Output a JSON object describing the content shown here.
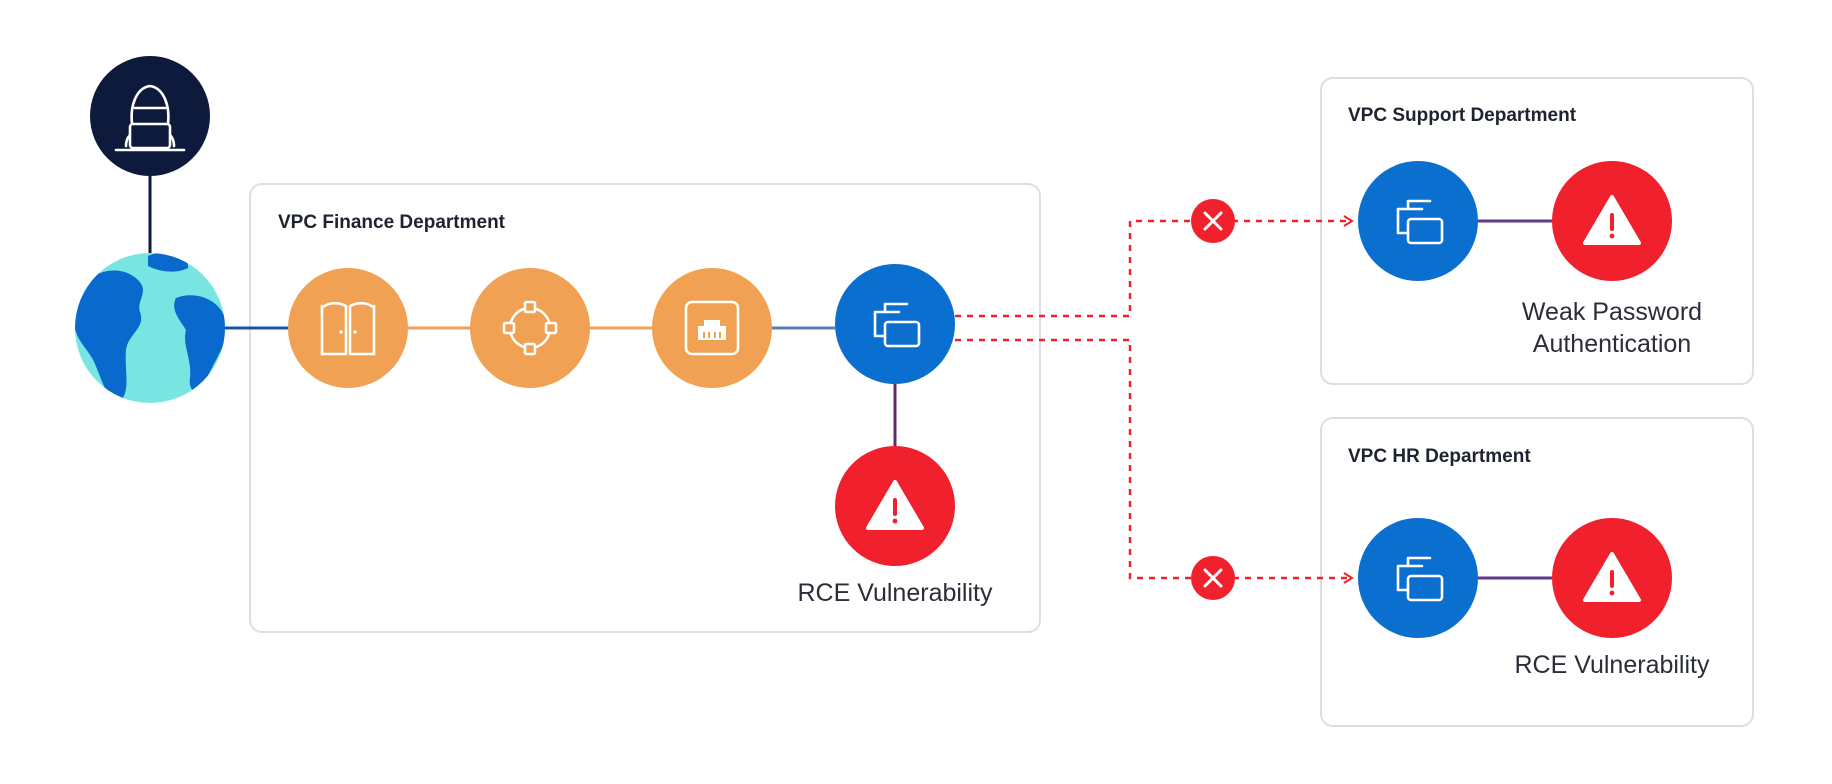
{
  "groups": {
    "finance": {
      "title": "VPC Finance Department"
    },
    "support": {
      "title": "VPC Support Department"
    },
    "hr": {
      "title": "VPC HR Department"
    }
  },
  "captions": {
    "finance_vuln": "RCE Vulnerability",
    "support_vuln_line1": "Weak Password",
    "support_vuln_line2": "Authentication",
    "hr_vuln": "RCE Vulnerability"
  },
  "nodes": [
    {
      "id": "attacker",
      "icon": "hacker-icon"
    },
    {
      "id": "internet",
      "icon": "globe-icon"
    },
    {
      "id": "gateway",
      "icon": "gate-icon"
    },
    {
      "id": "router",
      "icon": "router-icon"
    },
    {
      "id": "network-interface",
      "icon": "ethernet-port-icon"
    },
    {
      "id": "finance-instance",
      "icon": "instances-icon"
    },
    {
      "id": "finance-vuln",
      "icon": "warning-icon"
    },
    {
      "id": "support-instance",
      "icon": "instances-icon"
    },
    {
      "id": "support-vuln",
      "icon": "warning-icon"
    },
    {
      "id": "hr-instance",
      "icon": "instances-icon"
    },
    {
      "id": "hr-vuln",
      "icon": "warning-icon"
    }
  ],
  "blocked_paths": [
    {
      "from": "finance-instance",
      "to": "support-instance",
      "icon": "close-icon"
    },
    {
      "from": "finance-instance",
      "to": "hr-instance",
      "icon": "close-icon"
    }
  ],
  "colors": {
    "navy": "#0d1a3b",
    "orange": "#f0a153",
    "blue": "#0b6fd0",
    "red": "#f0212c",
    "globe_water": "#79e5e2",
    "globe_land": "#0a69cc",
    "box_border": "#dcdfe6",
    "dashed_red": "#f0212c"
  }
}
